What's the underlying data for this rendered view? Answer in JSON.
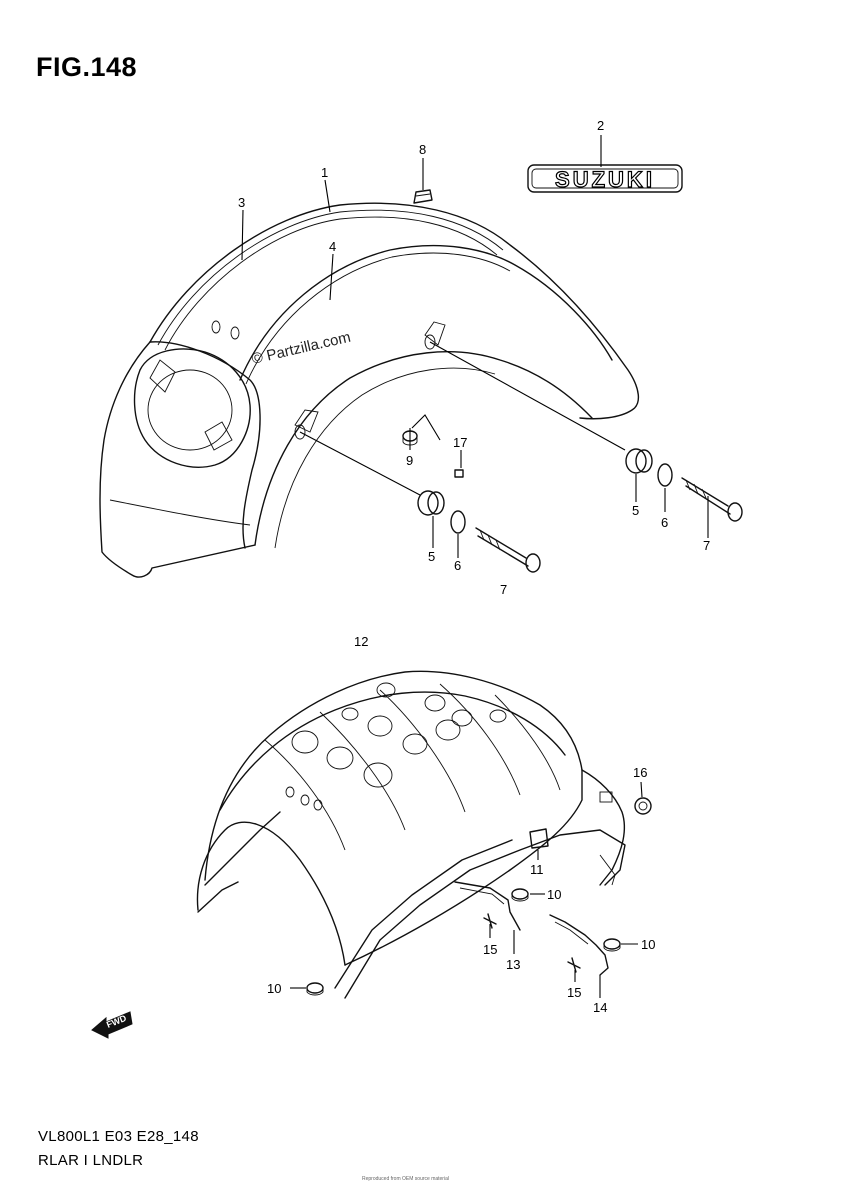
{
  "figure": {
    "title": "FIG.148",
    "footer_code": "VL800L1 E03 E28_148",
    "footer_name": "RLAR I LNDLR",
    "fine_print": "Reproduced from OEM source material"
  },
  "watermark": "© Partzilla.com",
  "logo_text": "SUZUKI",
  "fwd_label": "FWD",
  "callouts": {
    "c1": "1",
    "c2": "2",
    "c3": "3",
    "c4": "4",
    "c5a": "5",
    "c5b": "5",
    "c6a": "6",
    "c6b": "6",
    "c7a": "7",
    "c7b": "7",
    "c8": "8",
    "c9": "9",
    "c10a": "10",
    "c10b": "10",
    "c10c": "10",
    "c11": "11",
    "c12": "12",
    "c13": "13",
    "c14": "14",
    "c15a": "15",
    "c15b": "15",
    "c16": "16",
    "c17": "17"
  }
}
